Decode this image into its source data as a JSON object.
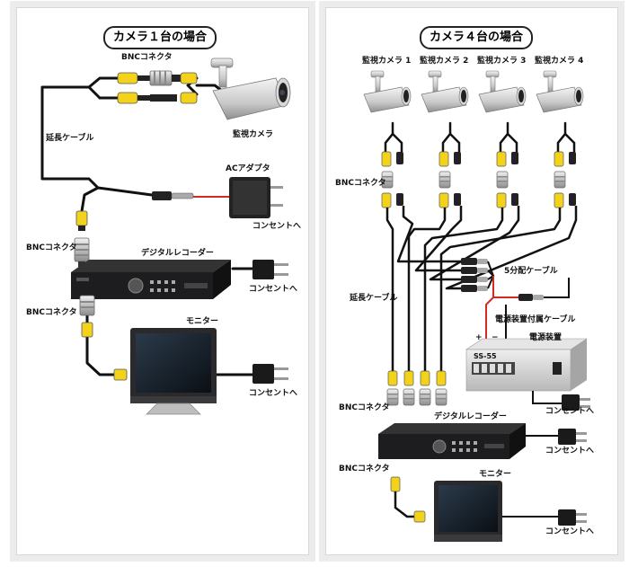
{
  "left_panel": {
    "title": "カメラ１台の場合",
    "labels": {
      "bnc_top": "BNCコネクタ",
      "camera": "監視カメラ",
      "extension_cable": "延長ケーブル",
      "ac_adapter": "ACアダプタ",
      "outlet_adapter": "コンセントへ",
      "bnc_mid": "BNCコネクタ",
      "recorder": "デジタルレコーダー",
      "outlet_recorder": "コンセントへ",
      "bnc_bottom": "BNCコネクタ",
      "monitor": "モニター",
      "outlet_monitor": "コンセントへ"
    }
  },
  "right_panel": {
    "title": "カメラ４台の場合",
    "cameras": [
      "監視カメラ 1",
      "監視カメラ 2",
      "監視カメラ 3",
      "監視カメラ 4"
    ],
    "labels": {
      "bnc_top": "BNCコネクタ",
      "splitter_cable": "5分配ケーブル",
      "extension_cable": "延長ケーブル",
      "power_cable": "電源装置付属ケーブル",
      "plus": "+",
      "minus": "−",
      "power_unit": "電源装置",
      "power_unit_model": "SS-55",
      "outlet_power": "コンセントへ",
      "bnc_mid": "BNCコネクタ",
      "recorder": "デジタルレコーダー",
      "outlet_recorder": "コンセントへ",
      "bnc_bottom": "BNCコネクタ",
      "monitor": "モニター",
      "outlet_monitor": "コンセントへ"
    }
  },
  "colors": {
    "cable": "#111111",
    "connector_yellow": "#f2d21b",
    "connector_silver": "#b9bcbf",
    "power_red": "#d42a1f",
    "device_dark": "#1d1d1f",
    "power_unit_silver": "#d9d9d9",
    "panel_border": "#d8d8d8"
  }
}
